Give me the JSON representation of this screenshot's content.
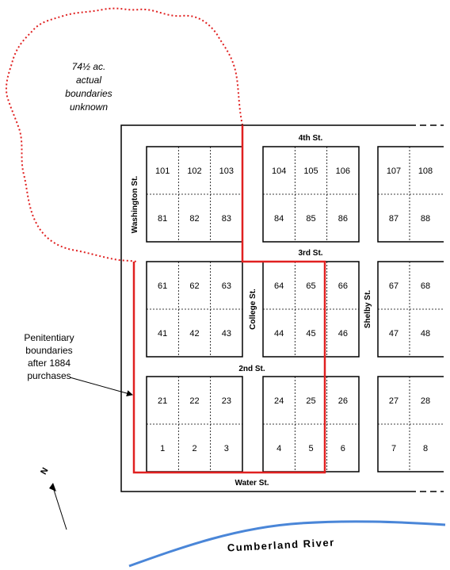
{
  "streets": {
    "fourth": "4th St.",
    "third": "3rd St.",
    "second": "2nd St.",
    "water": "Water St.",
    "washington": "Washington St.",
    "college": "College St.",
    "shelby": "Shelby St."
  },
  "acreage_note": {
    "line1": "74½ ac.",
    "line2": "actual",
    "line3": "boundaries",
    "line4": "unknown"
  },
  "penitentiary_note": {
    "line1": "Penitentiary",
    "line2": "boundaries",
    "line3": "after 1884",
    "line4": "purchases"
  },
  "river_label": "Cumberland River",
  "north_label": "N",
  "blocks": [
    {
      "lots_top": [
        "101",
        "102",
        "103"
      ],
      "lots_bottom": [
        "81",
        "82",
        "83"
      ]
    },
    {
      "lots_top": [
        "104",
        "105",
        "106"
      ],
      "lots_bottom": [
        "84",
        "85",
        "86"
      ]
    },
    {
      "lots_top": [
        "107",
        "108"
      ],
      "lots_bottom": [
        "87",
        "88"
      ]
    },
    {
      "lots_top": [
        "61",
        "62",
        "63"
      ],
      "lots_bottom": [
        "41",
        "42",
        "43"
      ]
    },
    {
      "lots_top": [
        "64",
        "65",
        "66"
      ],
      "lots_bottom": [
        "44",
        "45",
        "46"
      ]
    },
    {
      "lots_top": [
        "67",
        "68"
      ],
      "lots_bottom": [
        "47",
        "48"
      ]
    },
    {
      "lots_top": [
        "21",
        "22",
        "23"
      ],
      "lots_bottom": [
        "1",
        "2",
        "3"
      ]
    },
    {
      "lots_top": [
        "24",
        "25",
        "26"
      ],
      "lots_bottom": [
        "4",
        "5",
        "6"
      ]
    },
    {
      "lots_top": [
        "27",
        "28"
      ],
      "lots_bottom": [
        "7",
        "8"
      ]
    }
  ],
  "colors": {
    "penitentiary_boundary": "#e02020",
    "acreage_boundary": "#e02020",
    "river": "#4a86d8",
    "lines": "#000000"
  }
}
